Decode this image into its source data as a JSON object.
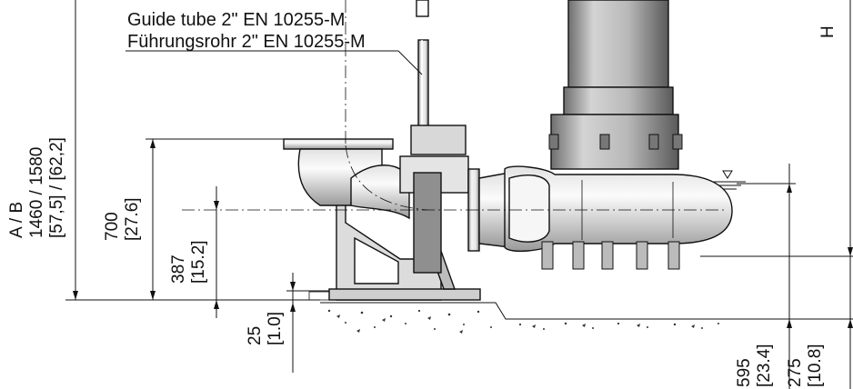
{
  "callout": {
    "line1": "Guide tube 2\" EN 10255-M",
    "line2": "Führungsrohr 2\" EN 10255-M"
  },
  "dimensions": {
    "a_b_label": "A  /  B",
    "a_b_mm": "1460 / 1580",
    "a_b_in": "[57,5] / [62,2]",
    "d700_mm": "700",
    "d700_in": "[27.6]",
    "d387_mm": "387",
    "d387_in": "[15.2]",
    "d25_mm": "25",
    "d25_in": "[1.0]",
    "d595_mm": "595",
    "d595_in": "[23.4]",
    "d275_mm": "275",
    "d275_in": "[10.8]",
    "h_label": "H"
  },
  "colors": {
    "line": "#111111",
    "body_light": "#f0f0f0",
    "body_mid": "#c8c8c8",
    "body_dark": "#8a8a8a"
  }
}
